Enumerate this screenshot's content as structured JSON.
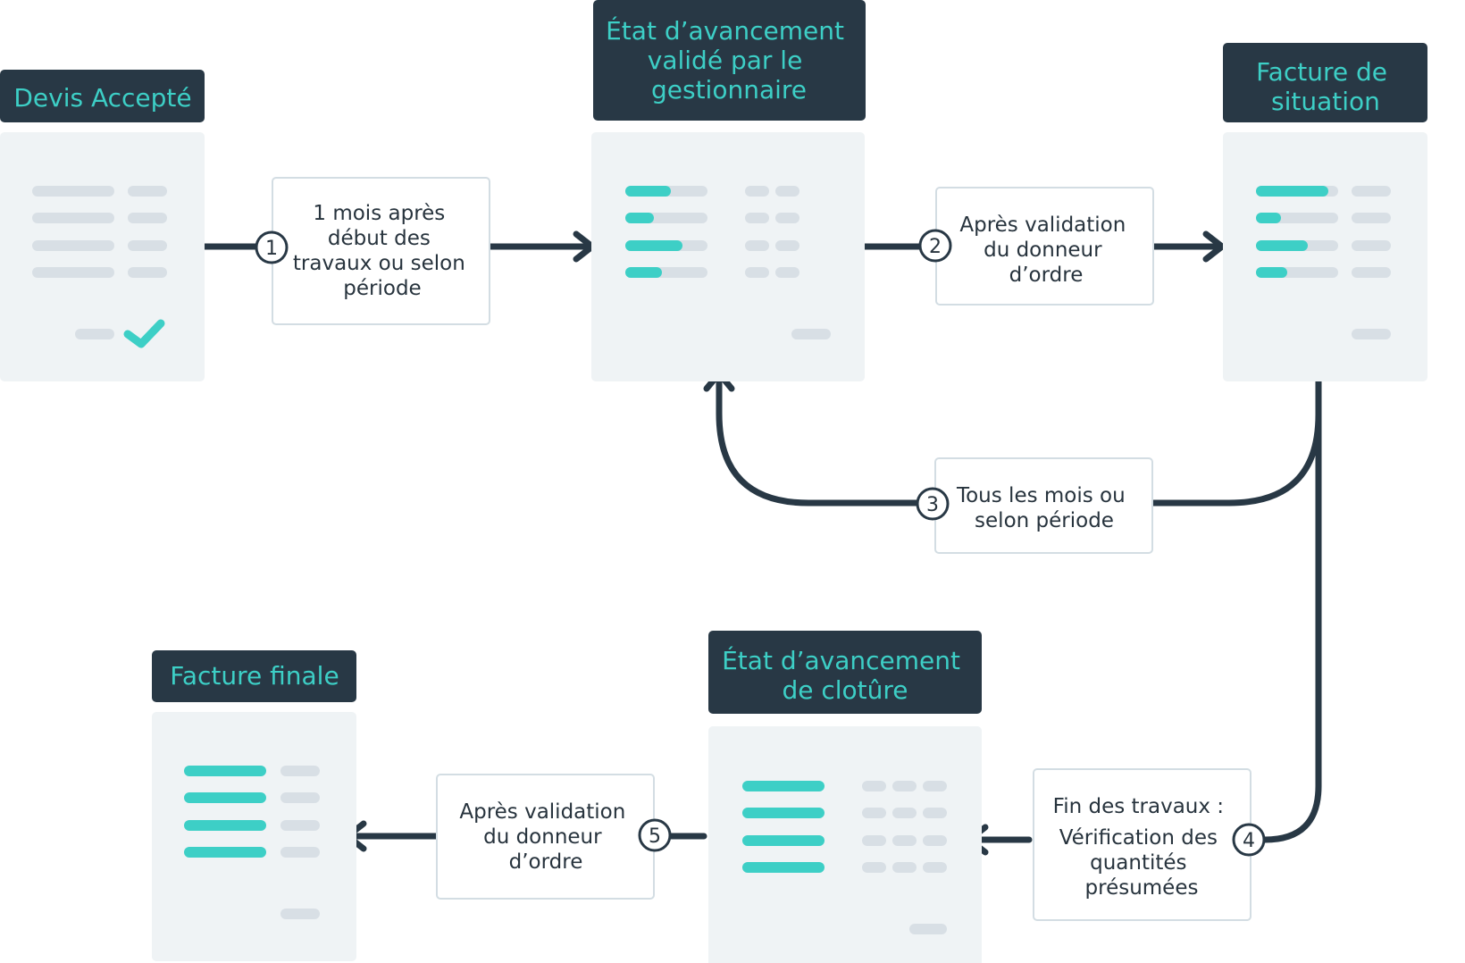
{
  "colors": {
    "header_bg": "#283845",
    "title_text": "#3dcfc6",
    "card_bg": "#eff3f5",
    "bar_gray": "#d8dfe5",
    "accent": "#3dcfc6",
    "arrow": "#283845",
    "label_border": "#d3dde3"
  },
  "boxes": {
    "devis": {
      "title": [
        "Devis Accepté"
      ],
      "icon": "checkmark-icon"
    },
    "etat_valide": {
      "title": [
        "État d’avancement",
        "validé par le",
        "gestionnaire"
      ]
    },
    "facture_situation": {
      "title": [
        "Facture de",
        "situation"
      ]
    },
    "etat_cloture": {
      "title": [
        "État d’avancement",
        "de clotûre"
      ]
    },
    "facture_finale": {
      "title": [
        "Facture finale"
      ]
    }
  },
  "steps": [
    {
      "number": "1",
      "label": [
        "1 mois après",
        "début des",
        "travaux ou selon",
        "période"
      ]
    },
    {
      "number": "2",
      "label": [
        "Après validation",
        "du donneur",
        "d’ordre"
      ]
    },
    {
      "number": "3",
      "label": [
        "Tous les mois ou",
        "selon période"
      ]
    },
    {
      "number": "4",
      "label": [
        "Fin des travaux :",
        "Vérification des",
        "quantités",
        "présumées"
      ]
    },
    {
      "number": "5",
      "label": [
        "Après validation",
        "du donneur",
        "d’ordre"
      ]
    }
  ],
  "progress": {
    "etat_valide": [
      0.55,
      0.35,
      0.7,
      0.45
    ],
    "facture_situation": [
      0.88,
      0.3,
      0.63,
      0.38
    ]
  }
}
